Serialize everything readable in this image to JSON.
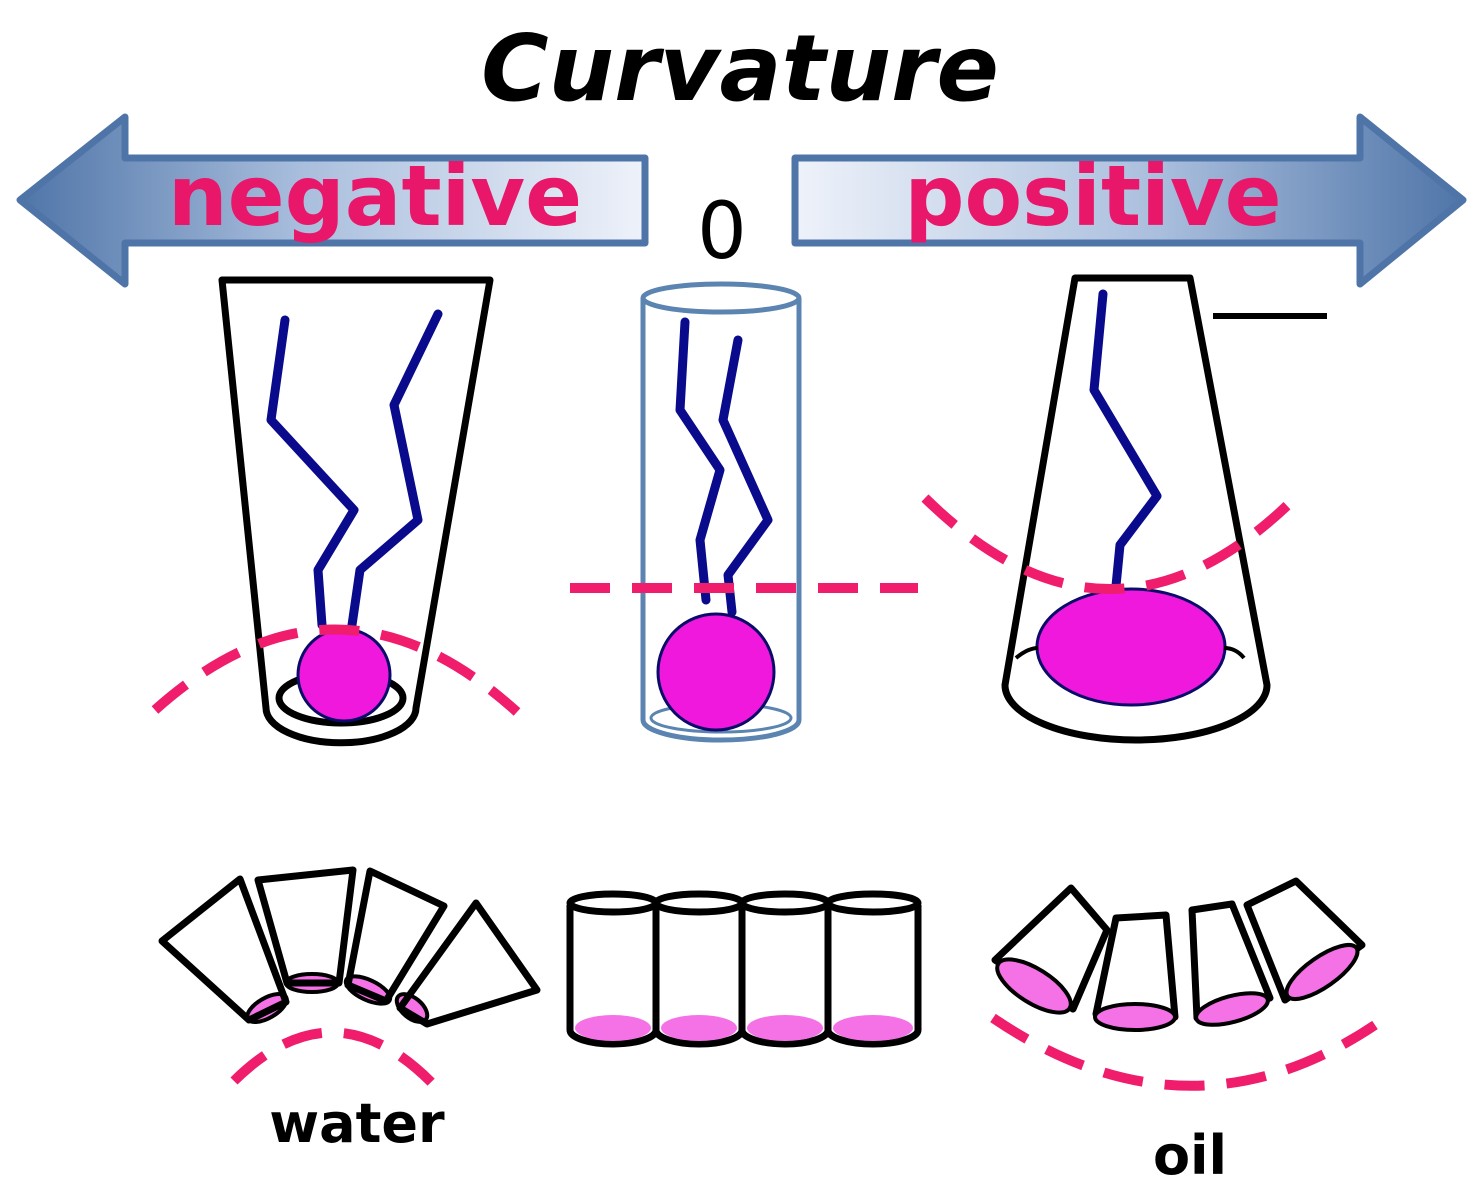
{
  "title": "Curvature",
  "axis": {
    "negative_label": "negative",
    "zero_label": "0",
    "positive_label": "positive"
  },
  "phases": {
    "water_label": "water",
    "oil_label": "oil"
  },
  "colors": {
    "label_pink": "#e8176a",
    "interface_pink": "#f01c6c",
    "headgroup_magenta": "#f018dc",
    "headgroup_light": "#f571e6",
    "tail_blue": "#0a0a8c",
    "arrow_dark": "#4f75a8",
    "arrow_light": "#eef2fa",
    "cylinder_outline": "#5b84b1"
  }
}
